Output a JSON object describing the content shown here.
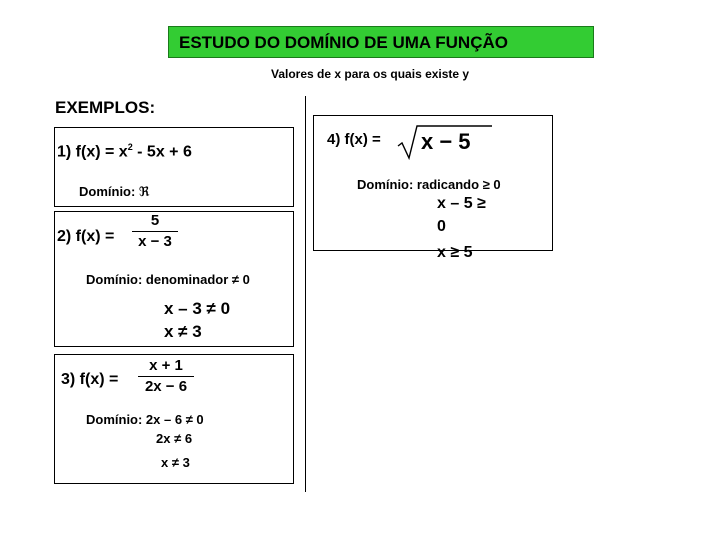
{
  "title": "ESTUDO DO DOMÍNIO DE UMA FUNÇÃO",
  "subtitle": "Valores de x para os quais existe y",
  "examples_heading": "EXEMPLOS:",
  "colors": {
    "title_bg": "#33cc33",
    "text": "#000000",
    "border": "#000000"
  },
  "ex1": {
    "label": "1) f(x) = x",
    "exponent": "2",
    "rest": " - 5x + 6",
    "domain": "Domínio: ℜ"
  },
  "ex2": {
    "label": "2) f(x) =",
    "numerator": "5",
    "denominator": "x − 3",
    "domain": "Domínio: denominador ≠ 0",
    "step1": "x – 3 ≠ 0",
    "step2": "x ≠ 3"
  },
  "ex3": {
    "label": "3) f(x) =",
    "numerator": "x + 1",
    "denominator": "2x − 6",
    "domain": "Domínio: 2x – 6 ≠ 0",
    "step1": "2x ≠ 6",
    "step2": "x ≠  3"
  },
  "ex4": {
    "label": "4) f(x) =",
    "radicand": "x − 5",
    "domain": "Domínio: radicando ≥ 0",
    "step1a": "x – 5 ≥",
    "step1b": "0",
    "step2": "x ≥ 5"
  }
}
